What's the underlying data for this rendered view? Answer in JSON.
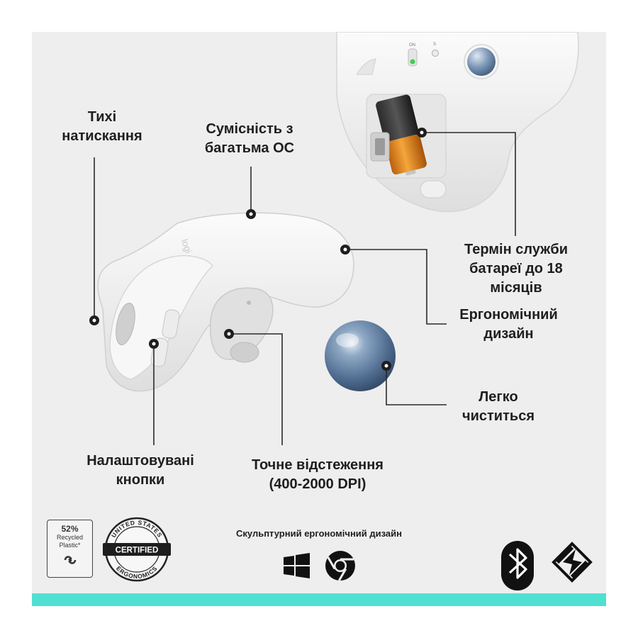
{
  "callouts": {
    "quiet_clicks": [
      "Тихі",
      "натискання"
    ],
    "multi_os": [
      "Сумісність з",
      "багатьма ОС"
    ],
    "battery": [
      "Термін служби",
      "батареї до 18",
      "місяців"
    ],
    "ergonomic": [
      "Ергономічний",
      "дизайн"
    ],
    "easy_clean": [
      "Легко",
      "чиститься"
    ],
    "custom_buttons": [
      "Налаштовувані",
      "кнопки"
    ],
    "tracking": [
      "Точне відстеження",
      "(400-2000 DPI)"
    ]
  },
  "footer": {
    "caption": "Скульптурний ергономічний дизайн",
    "recycled": {
      "percent": "52%",
      "line1": "Recycled",
      "line2": "Plastic*"
    },
    "certified": {
      "top": "UNITED STATES",
      "middle": "CERTIFIED",
      "bottom": "ERGONOMICS"
    }
  },
  "mouse": {
    "brand_mark": "logi",
    "switch_on": "ON",
    "switch_alt": "S"
  },
  "colors": {
    "background": "#eeeeef",
    "accent_strip": "#4fe0d2",
    "callout_line": "#2a2a2a",
    "trackball": "#5f7fa0",
    "battery_copper": "#e8891d",
    "led_green": "#44cc55"
  },
  "icons": [
    "windows-icon",
    "chrome-icon",
    "bluetooth-icon",
    "logi-bolt-icon",
    "recycle-icon"
  ]
}
